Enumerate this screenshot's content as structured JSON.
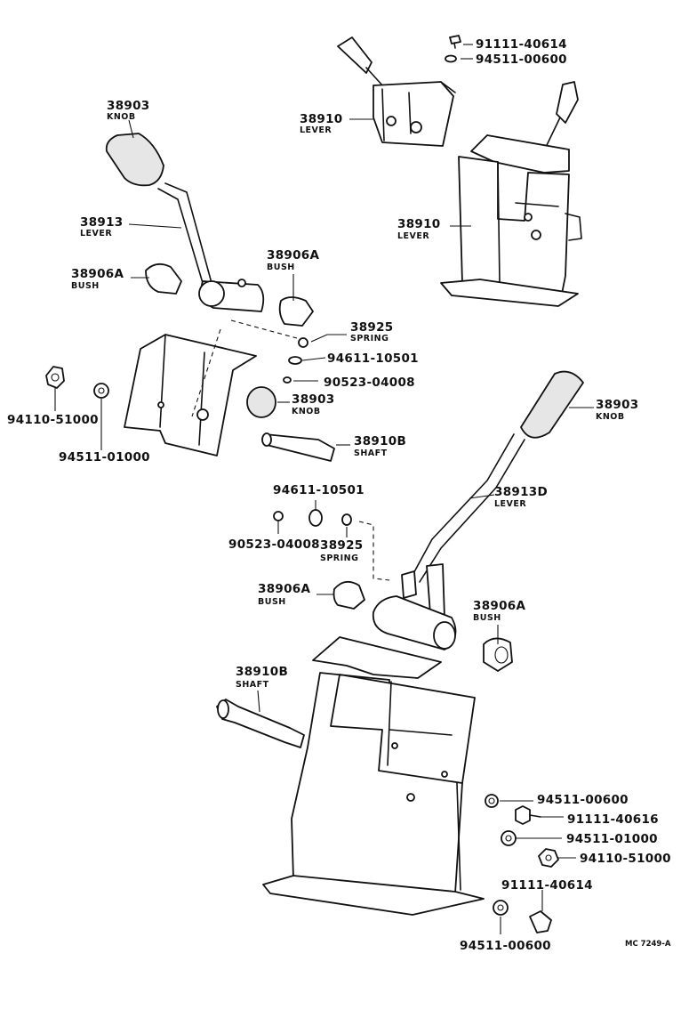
{
  "labels": {
    "upper_lever_knob_pn": "38903",
    "upper_lever_knob_name": "KNOB",
    "upper_lever_pn": "38913",
    "upper_lever_name": "LEVER",
    "upper_bush_left_pn": "38906A",
    "upper_bush_left_name": "BUSH",
    "upper_bush_right_pn": "38906A",
    "upper_bush_right_name": "BUSH",
    "small_lever_pn": "38910",
    "small_lever_name": "LEVER",
    "bolt_top_pn": "91111-40614",
    "washer_top_pn": "94511-00600",
    "tall_lever_pn": "38910",
    "tall_lever_name": "LEVER",
    "upper_spring_pn": "38925",
    "upper_spring_name": "SPRING",
    "upper_washer_pn": "94611-10501",
    "upper_nut_pn": "90523-04008",
    "upper_knob_ball_pn": "38903",
    "upper_knob_ball_name": "KNOB",
    "upper_shaft_pn": "38910B",
    "upper_shaft_name": "SHAFT",
    "left_nut_pn": "94110-51000",
    "left_washer_pn": "94511-01000",
    "lower_knob_pn": "38903",
    "lower_knob_name": "KNOB",
    "lower_lever_pn": "38913D",
    "lower_lever_name": "LEVER",
    "lower_washer_pn": "94611-10501",
    "lower_nut_pn": "90523-04008",
    "lower_spring_pn": "38925",
    "lower_spring_name": "SPRING",
    "lower_bush_left_pn": "38906A",
    "lower_bush_left_name": "BUSH",
    "lower_bush_right_pn": "38906A",
    "lower_bush_right_name": "BUSH",
    "lower_shaft_pn": "38910B",
    "lower_shaft_name": "SHAFT",
    "right_washer1_pn": "94511-00600",
    "right_bolt1_pn": "91111-40616",
    "right_washer2_pn": "94511-01000",
    "right_nut_pn": "94110-51000",
    "bottom_bolt_pn": "91111-40614",
    "bottom_washer_pn": "94511-00600",
    "diagram_code": "MC 7249-A"
  }
}
